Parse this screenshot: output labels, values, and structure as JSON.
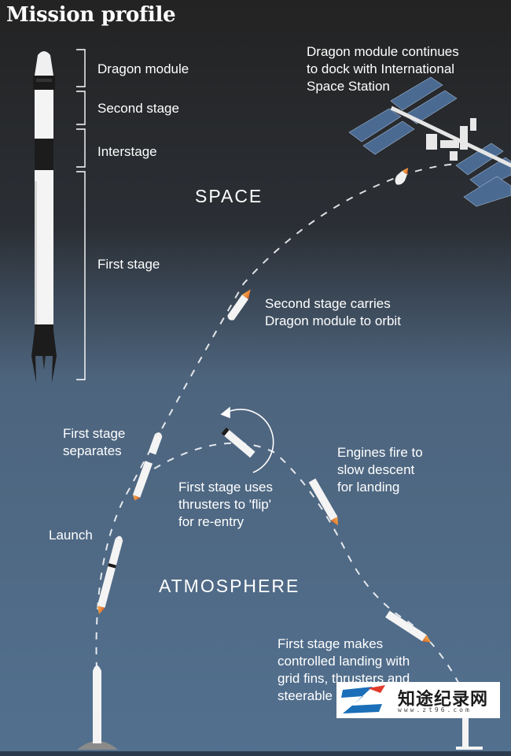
{
  "title": "Mission profile",
  "rocket_parts": {
    "dragon": "Dragon module",
    "second": "Second stage",
    "interstage": "Interstage",
    "first": "First stage"
  },
  "zones": {
    "space": "SPACE",
    "atmosphere": "ATMOSPHERE"
  },
  "labels": {
    "iss_dock": "Dragon module continues\nto dock with International\nSpace Station",
    "second_orbit": "Second stage carries\nDragon module to orbit",
    "separates": "First stage\nseparates",
    "flip": "First stage uses\nthrusters to 'flip'\nfor re-entry",
    "engines": "Engines fire to\nslow descent\nfor landing",
    "launch": "Launch",
    "landing": "First stage makes\ncontrolled landing with\ngrid fins, thrusters and\nsteerable legs"
  },
  "watermark": {
    "text": "知途纪录网",
    "url": "www.zt96.com"
  },
  "colors": {
    "sky_top": "#262626",
    "sky_bottom": "#4f6d8e",
    "flame": "#e8772e",
    "solar_panel": "#4a6a92"
  }
}
